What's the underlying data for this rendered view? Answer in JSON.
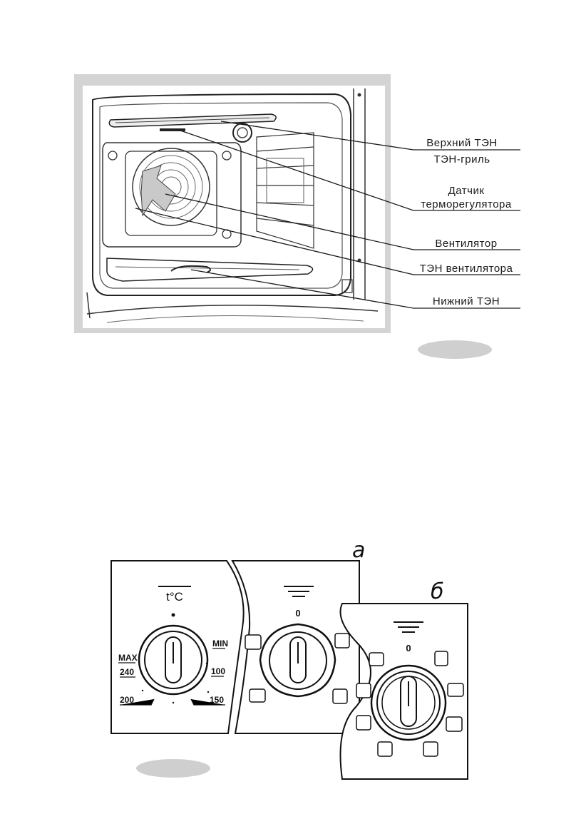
{
  "oven_diagram": {
    "callouts": [
      {
        "lines": [
          "Верхний ТЭН",
          "ТЭН-гриль"
        ]
      },
      {
        "lines": [
          "Датчик",
          "терморегулятора"
        ]
      },
      {
        "lines": [
          "Вентилятор"
        ]
      },
      {
        "lines": [
          "ТЭН вентилятора"
        ]
      },
      {
        "lines": [
          "Нижний ТЭН"
        ]
      }
    ]
  },
  "knob_panel": {
    "variant_a_label": "а",
    "variant_b_label": "б",
    "thermostat": {
      "unit": "t°C",
      "scale": [
        "MIN",
        "100",
        "150",
        "200",
        "240",
        "MAX"
      ]
    },
    "mode_switch_a": {
      "zero": "0"
    },
    "mode_switch_b": {
      "zero": "0"
    }
  },
  "colors": {
    "frame_gray": "#d4d4d4",
    "badge_gray": "#cfcfcf",
    "line": "#1a1a1a"
  }
}
